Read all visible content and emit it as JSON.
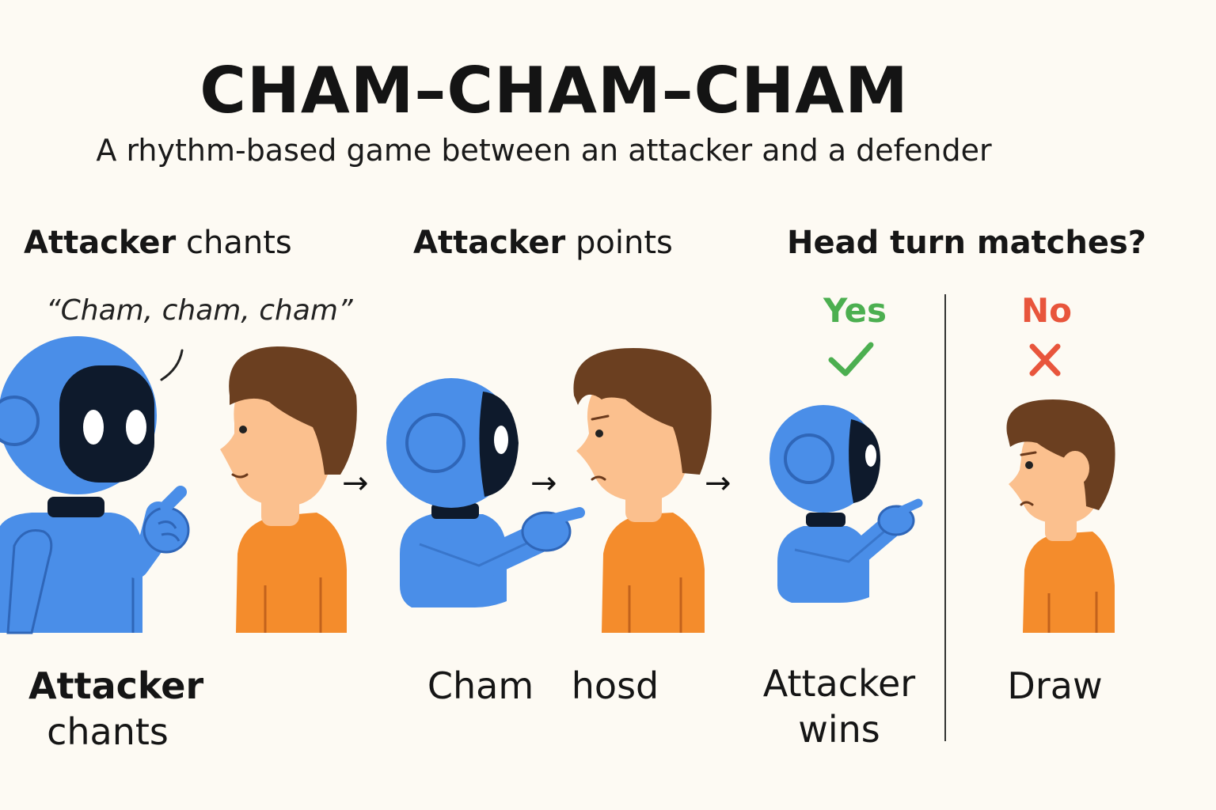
{
  "title": "CHAM–CHAM–CHAM",
  "subtitle": "A rhythm-based game between an attacker and a defender",
  "steps": [
    {
      "heading_bold": "Attacker",
      "heading_rest": " chants",
      "speech": "“Cham, cham, cham”"
    },
    {
      "heading_bold": "Attacker",
      "heading_rest": " points"
    },
    {
      "heading_bold": "Head turn matches?",
      "heading_rest": ""
    }
  ],
  "outcomes": {
    "yes_label": "Yes",
    "no_label": "No",
    "yes_icon": "check-icon",
    "no_icon": "cross-icon"
  },
  "captions": {
    "step1_line1": "Attacker",
    "step1_line2": "chants",
    "step2_left": "Cham",
    "step2_right": "hosd",
    "yes_line1": "Attacker",
    "yes_line2": "wins",
    "no_line1": "Draw"
  },
  "arrows": [
    "→",
    "→",
    "→"
  ],
  "colors": {
    "robot": "#4a8ee8",
    "robot_outline": "#2f66b8",
    "visor": "#0e1a2c",
    "hair": "#6b3f20",
    "skin": "#fbc08e",
    "shirt": "#f48c2c",
    "yes": "#4caf50",
    "no": "#e8553c"
  }
}
